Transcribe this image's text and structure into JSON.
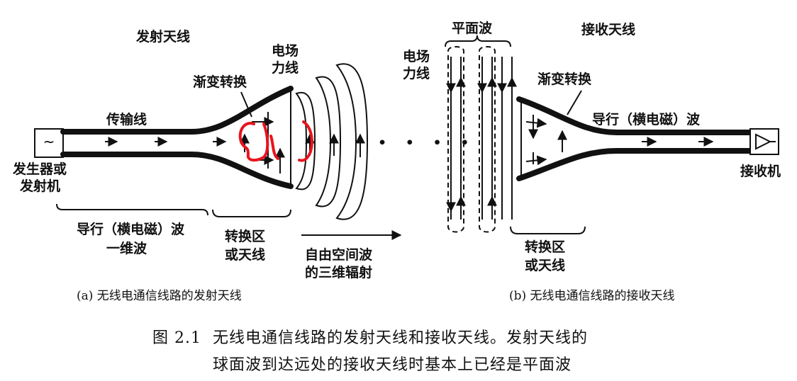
{
  "transmit": {
    "title": "发射天线",
    "source_box_symbol": "~",
    "source_label": [
      "发生器或",
      "发射机"
    ],
    "line_label": "传输线",
    "taper_label": "渐变转换",
    "efield_label": [
      "电场",
      "力线"
    ],
    "guided_label": [
      "导行（横电磁）波",
      "一维波"
    ],
    "region_label": [
      "转换区",
      "或天线"
    ],
    "free_label": [
      "自由空间波",
      "的三维辐射"
    ],
    "caption": "(a) 无线电通信线路的发射天线",
    "dots": "• • • •"
  },
  "receive": {
    "title": "接收天线",
    "plane_label": "平面波",
    "efield_label": [
      "电场",
      "力线"
    ],
    "taper_label": "渐变转换",
    "guided_label": "导行（横电磁）波",
    "receiver_label": "接收机",
    "region_label": [
      "转换区",
      "或天线"
    ],
    "caption": "(b) 无线电通信线路的接收天线"
  },
  "figure_caption": {
    "number": "图 2.1",
    "line1": "无线电通信线路的发射天线和接收天线。发射天线的",
    "line2": "球面波到达远处的接收天线时基本上已经是平面波"
  },
  "colors": {
    "ink": "#111111",
    "annotation": "#e8141c"
  }
}
